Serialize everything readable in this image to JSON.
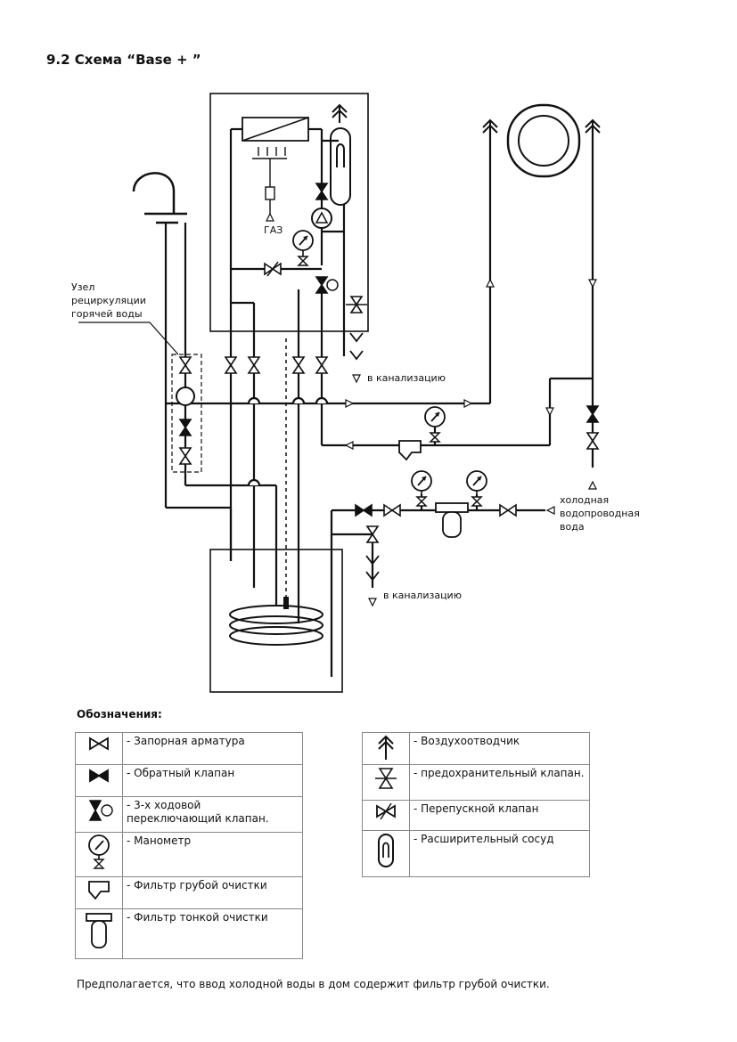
{
  "title": "9.2 Схема “Base + ”",
  "labels": {
    "gas": "ГАЗ",
    "recirc_1": "Узел",
    "recirc_2": "рециркуляции",
    "recirc_3": "горячей воды",
    "drain_1": "в канализацию",
    "drain_2": "в канализацию",
    "cold_1": "холодная",
    "cold_2": "водопроводная",
    "cold_3": "вода"
  },
  "legend": {
    "heading": "Обозначения:",
    "left": [
      {
        "icon": "gate-valve-icon",
        "text": "- Запорная арматура"
      },
      {
        "icon": "check-valve-icon",
        "text": "- Обратный клапан"
      },
      {
        "icon": "three-way-valve-icon",
        "text": "- 3-х ходовой переключающий клапан."
      },
      {
        "icon": "manometer-icon",
        "text": "- Манометр"
      },
      {
        "icon": "coarse-filter-icon",
        "text": "- Фильтр грубой очистки"
      },
      {
        "icon": "fine-filter-icon",
        "text": "- Фильтр тонкой очистки"
      }
    ],
    "right": [
      {
        "icon": "air-vent-icon",
        "text": "- Воздухоотводчик"
      },
      {
        "icon": "safety-valve-icon",
        "text": "- предохранительный клапан."
      },
      {
        "icon": "bypass-valve-icon",
        "text": "- Перепускной клапан"
      },
      {
        "icon": "expansion-vessel-icon",
        "text": "- Расширительный сосуд"
      }
    ]
  },
  "footer": "Предполагается, что ввод холодной воды в дом содержит фильтр грубой очистки."
}
